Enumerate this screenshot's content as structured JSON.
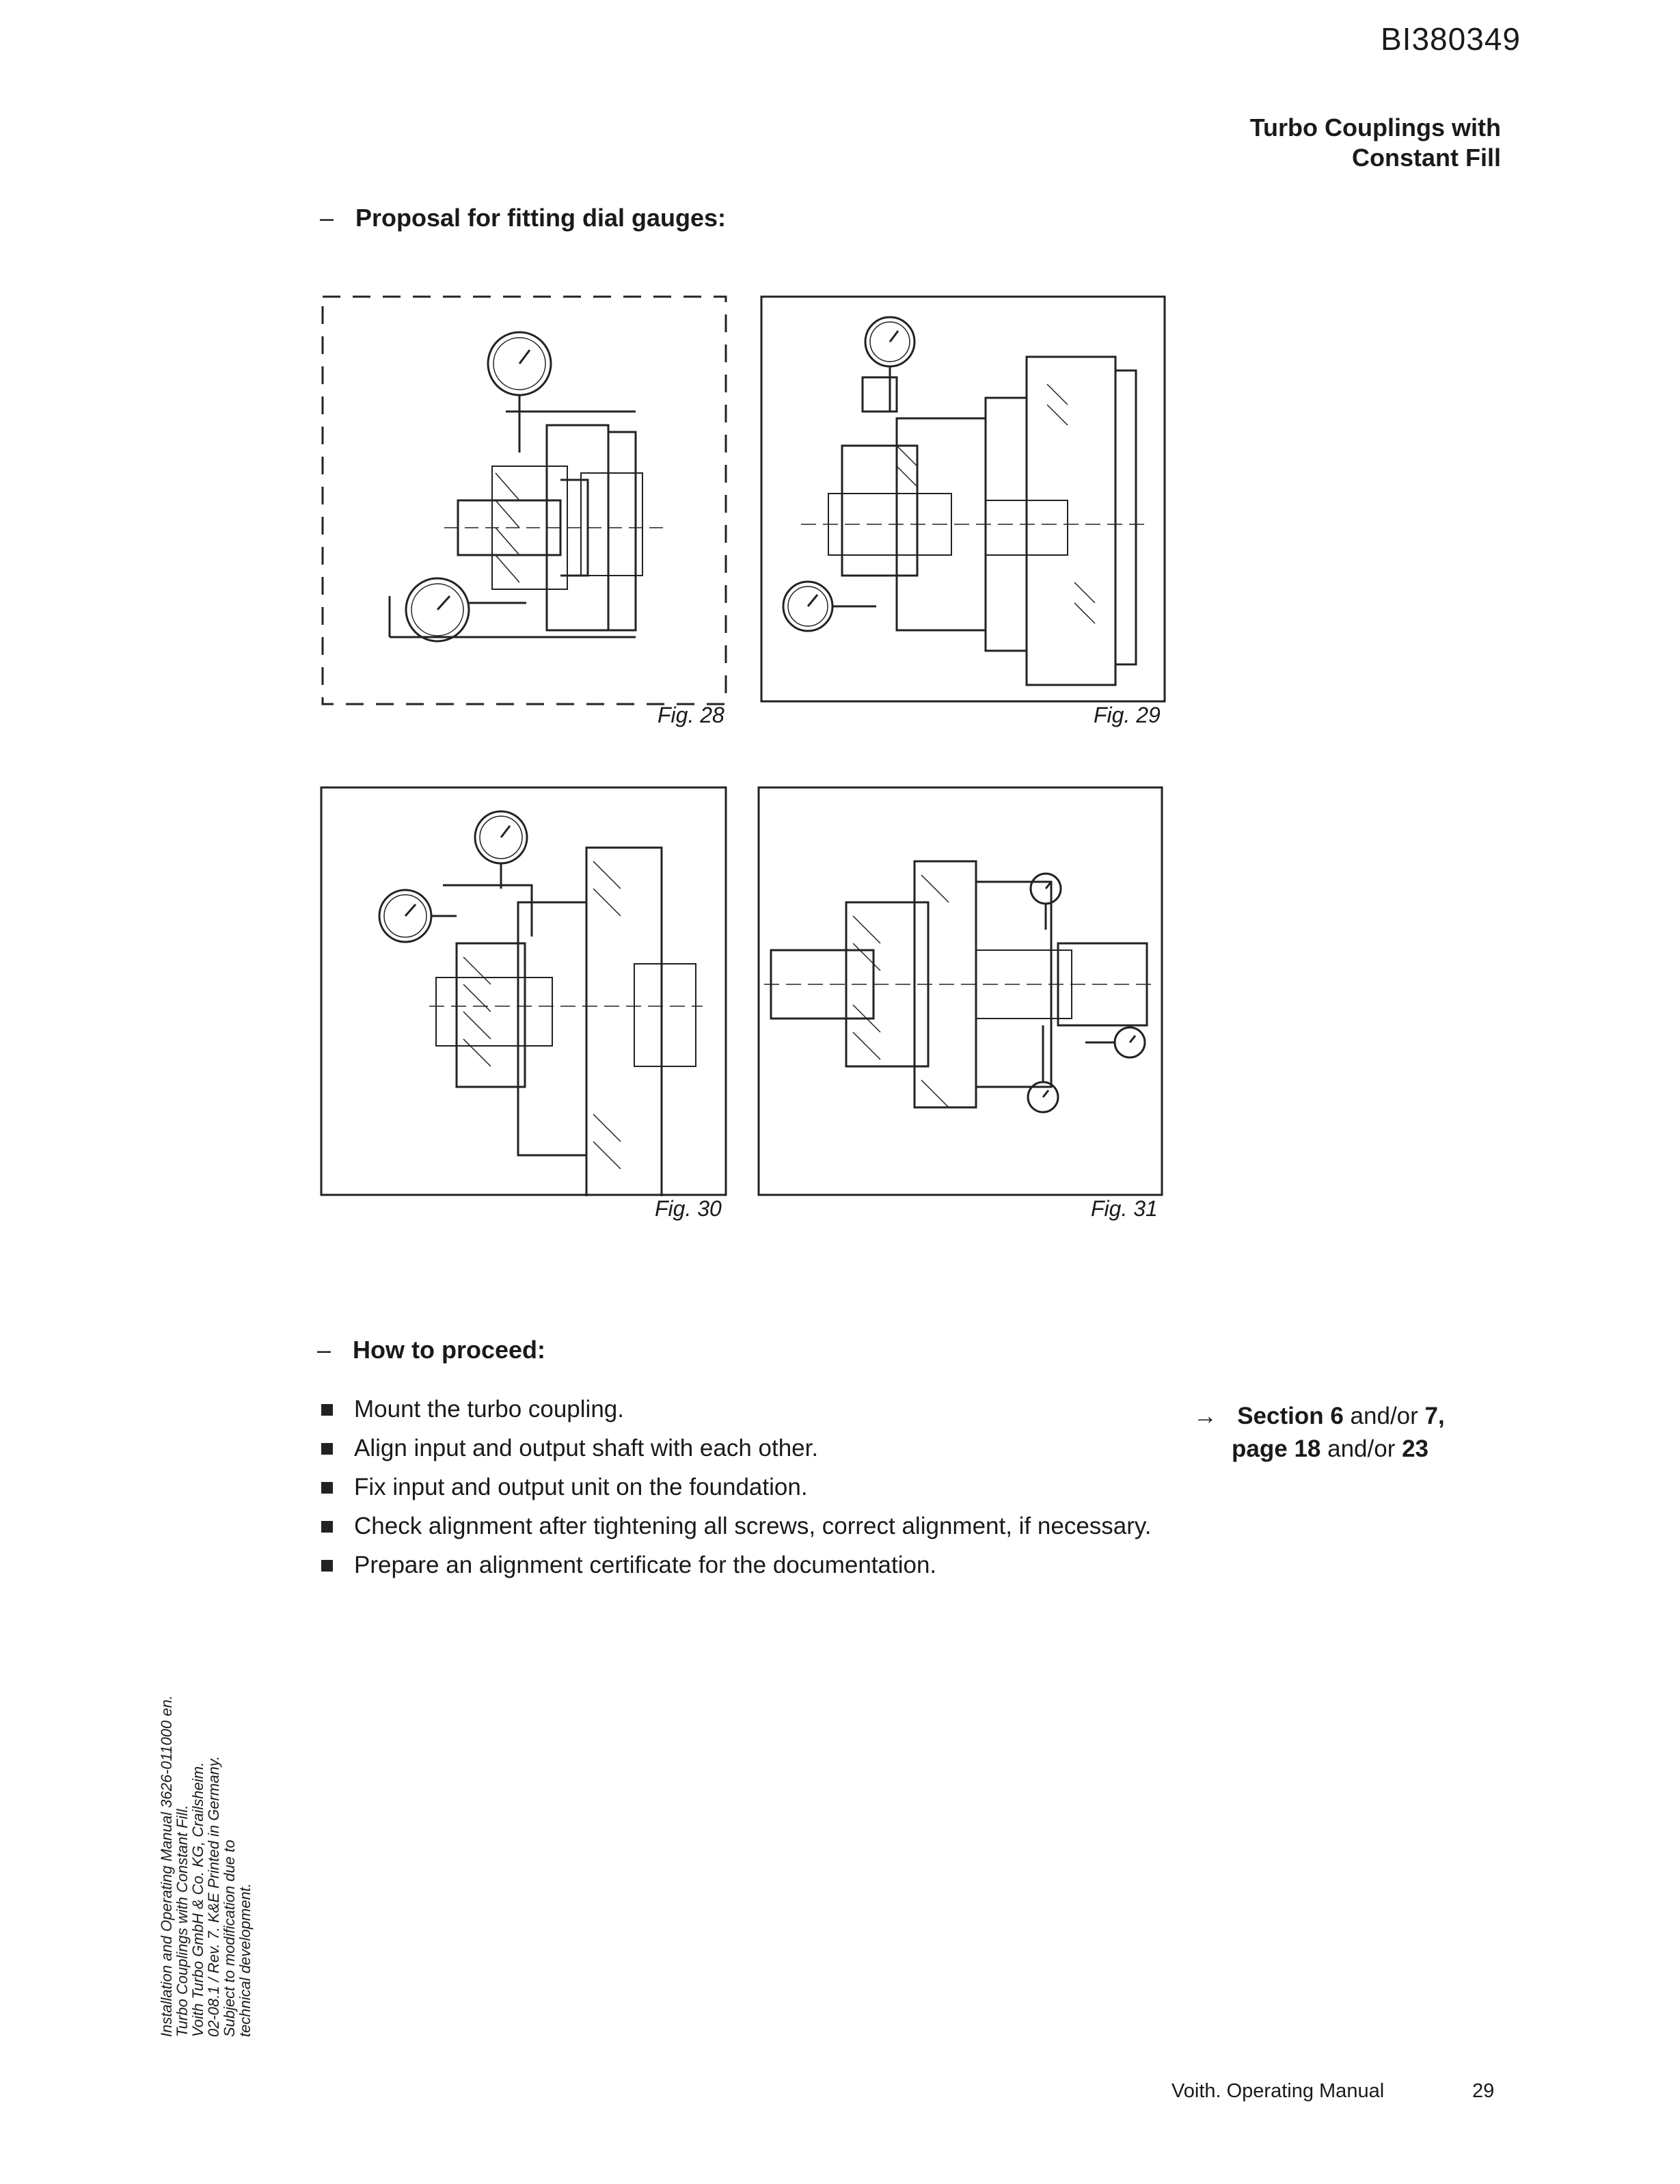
{
  "header": {
    "doc_id": "BI380349",
    "title_line1": "Turbo Couplings with",
    "title_line2": "Constant Fill"
  },
  "section1": {
    "dash": "–",
    "heading": "Proposal for fitting dial gauges:"
  },
  "figures": [
    {
      "caption": "Fig. 28"
    },
    {
      "caption": "Fig. 29"
    },
    {
      "caption": "Fig. 30"
    },
    {
      "caption": "Fig. 31"
    }
  ],
  "section2": {
    "dash": "–",
    "heading": "How to proceed:",
    "steps": [
      "Mount the turbo coupling.",
      "Align input and output shaft with each other.",
      "Fix input and output unit on the foundation.",
      "Check alignment after tightening all screws, correct alignment, if necessary.",
      "Prepare an alignment certificate for the documentation."
    ]
  },
  "crossref": {
    "arrow": "→",
    "section_word": "Section",
    "section_a": "6",
    "and_or_1": "and/or",
    "section_b": "7,",
    "page_word": "page",
    "page_a": "18",
    "and_or_2": "and/or",
    "page_b": "23"
  },
  "sidebar": {
    "line1": "Installation and Operating Manual 3626-011000 en.",
    "line2": "Turbo Couplings with Constant Fill.",
    "line3": "Voith Turbo GmbH & Co. KG, Crailsheim.",
    "line4": "02-08.1 / Rev. 7. K&E Printed in Germany.",
    "line5": "Subject to modification due to",
    "line6": "technical development."
  },
  "footer": {
    "label": "Voith. Operating Manual",
    "page": "29"
  }
}
